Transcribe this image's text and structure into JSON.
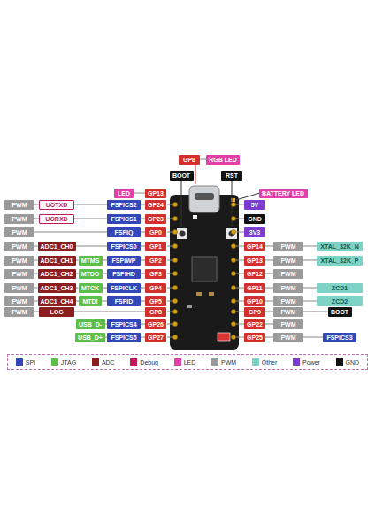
{
  "diagram": {
    "nodes": [
      {
        "text": [
          "GP8"
        ]
      },
      {
        "text": [
          "RGB LED"
        ]
      },
      {
        "text": [
          "BOOT"
        ]
      },
      {
        "text": [
          "RST"
        ]
      },
      {
        "text": [
          "LED"
        ]
      },
      {
        "text": [
          "GP13"
        ]
      },
      {
        "text": [
          "PWM"
        ]
      },
      {
        "text": [
          "UOTXD"
        ]
      },
      {
        "text": [
          "FSPICS2"
        ]
      },
      {
        "text": [
          "GP24"
        ]
      },
      {
        "text": [
          "PWM"
        ]
      },
      {
        "text": [
          "UORXD"
        ]
      },
      {
        "text": [
          "FSPICS1"
        ]
      },
      {
        "text": [
          "GP23"
        ]
      },
      {
        "text": [
          "PWM"
        ]
      },
      {
        "text": [
          "FSPIQ"
        ]
      },
      {
        "text": [
          "GP0"
        ]
      },
      {
        "text": [
          "PWM"
        ]
      },
      {
        "text": [
          "ADC1_CH0"
        ]
      },
      {
        "text": [
          "FSPICS0"
        ]
      },
      {
        "text": [
          "GP1"
        ]
      },
      {
        "text": [
          "PWM"
        ]
      },
      {
        "text": [
          "ADC1_CH1"
        ]
      },
      {
        "text": [
          "MTMS"
        ]
      },
      {
        "text": [
          "FSPIWP"
        ]
      },
      {
        "text": [
          "GP2"
        ]
      },
      {
        "text": [
          "PWM"
        ]
      },
      {
        "text": [
          "ADC1_CH2"
        ]
      },
      {
        "text": [
          "MTDO"
        ]
      },
      {
        "text": [
          "FSPIHD"
        ]
      },
      {
        "text": [
          "GP3"
        ]
      },
      {
        "text": [
          "PWM"
        ]
      },
      {
        "text": [
          "ADC1_CH3"
        ]
      },
      {
        "text": [
          "MTCK"
        ]
      },
      {
        "text": [
          "FSPICLK"
        ]
      },
      {
        "text": [
          "GP4"
        ]
      },
      {
        "text": [
          "PWM"
        ]
      },
      {
        "text": [
          "ADC1_CH4"
        ]
      },
      {
        "text": [
          "MTDI"
        ]
      },
      {
        "text": [
          "FSPID"
        ]
      },
      {
        "text": [
          "GP5"
        ]
      },
      {
        "text": [
          "PWM"
        ]
      },
      {
        "text": [
          "LOG"
        ]
      },
      {
        "text": [
          "GP8"
        ]
      },
      {
        "text": [
          "USB_D-"
        ]
      },
      {
        "text": [
          "FSPICS4"
        ]
      },
      {
        "text": [
          "GP26"
        ]
      },
      {
        "text": [
          "USB_D+"
        ]
      },
      {
        "text": [
          "FSPICS5"
        ]
      },
      {
        "text": [
          "GP27"
        ]
      },
      {
        "text": [
          "BATTERY LED"
        ]
      },
      {
        "text": [
          "5V"
        ]
      },
      {
        "text": [
          "GND"
        ]
      },
      {
        "text": [
          "3V3"
        ]
      },
      {
        "text": [
          "GP14"
        ]
      },
      {
        "text": [
          "PWM"
        ]
      },
      {
        "text": [
          "XTAL_32K_N"
        ]
      },
      {
        "text": [
          "GP13"
        ]
      },
      {
        "text": [
          "PWM"
        ]
      },
      {
        "text": [
          "XTAL_32K_P"
        ]
      },
      {
        "text": [
          "GP12"
        ]
      },
      {
        "text": [
          "PWM"
        ]
      },
      {
        "text": [
          "GP11"
        ]
      },
      {
        "text": [
          "PWM"
        ]
      },
      {
        "text": [
          "ZCD1"
        ]
      },
      {
        "text": [
          "GP10"
        ]
      },
      {
        "text": [
          "PWM"
        ]
      },
      {
        "text": [
          "ZCD2"
        ]
      },
      {
        "text": [
          "GP9"
        ]
      },
      {
        "text": [
          "PWM"
        ]
      },
      {
        "text": [
          "BOOT"
        ]
      },
      {
        "text": [
          "GP22"
        ]
      },
      {
        "text": [
          "PWM"
        ]
      },
      {
        "text": [
          "GP25"
        ]
      },
      {
        "text": [
          "PWM"
        ]
      },
      {
        "text": [
          "FSPICS3"
        ]
      }
    ],
    "edges": [
      {
        "from": 0,
        "to": 1,
        "arrow": "none"
      },
      {
        "from": 4,
        "to": 5,
        "arrow": "none"
      },
      {
        "from": 6,
        "to": 7,
        "arrow": "none"
      },
      {
        "from": 7,
        "to": 8,
        "arrow": "none"
      },
      {
        "from": 8,
        "to": 9,
        "arrow": "none"
      },
      {
        "from": 10,
        "to": 11,
        "arrow": "none"
      },
      {
        "from": 11,
        "to": 12,
        "arrow": "none"
      },
      {
        "from": 12,
        "to": 13,
        "arrow": "none"
      },
      {
        "from": 14,
        "to": 15,
        "arrow": "none"
      },
      {
        "from": 15,
        "to": 16,
        "arrow": "none"
      },
      {
        "from": 17,
        "to": 18,
        "arrow": "none"
      },
      {
        "from": 18,
        "to": 19,
        "arrow": "none"
      },
      {
        "from": 19,
        "to": 20,
        "arrow": "none"
      },
      {
        "from": 21,
        "to": 22,
        "arrow": "none"
      },
      {
        "from": 22,
        "to": 23,
        "arrow": "none"
      },
      {
        "from": 23,
        "to": 24,
        "arrow": "none"
      },
      {
        "from": 24,
        "to": 25,
        "arrow": "none"
      },
      {
        "from": 26,
        "to": 27,
        "arrow": "none"
      },
      {
        "from": 27,
        "to": 28,
        "arrow": "none"
      },
      {
        "from": 28,
        "to": 29,
        "arrow": "none"
      },
      {
        "from": 29,
        "to": 30,
        "arrow": "none"
      },
      {
        "from": 31,
        "to": 32,
        "arrow": "none"
      },
      {
        "from": 32,
        "to": 33,
        "arrow": "none"
      },
      {
        "from": 33,
        "to": 34,
        "arrow": "none"
      },
      {
        "from": 34,
        "to": 35,
        "arrow": "none"
      },
      {
        "from": 36,
        "to": 37,
        "arrow": "none"
      },
      {
        "from": 37,
        "to": 38,
        "arrow": "none"
      },
      {
        "from": 38,
        "to": 39,
        "arrow": "none"
      },
      {
        "from": 39,
        "to": 40,
        "arrow": "none"
      },
      {
        "from": 41,
        "to": 42,
        "arrow": "none"
      },
      {
        "from": 42,
        "to": 43,
        "arrow": "none"
      },
      {
        "from": 44,
        "to": 45,
        "arrow": "none"
      },
      {
        "from": 45,
        "to": 46,
        "arrow": "none"
      },
      {
        "from": 47,
        "to": 48,
        "arrow": "none"
      },
      {
        "from": 48,
        "to": 49,
        "arrow": "none"
      },
      {
        "from": 54,
        "to": 55,
        "arrow": "none"
      },
      {
        "from": 55,
        "to": 56,
        "arrow": "none"
      },
      {
        "from": 57,
        "to": 58,
        "arrow": "none"
      },
      {
        "from": 58,
        "to": 59,
        "arrow": "none"
      },
      {
        "from": 60,
        "to": 61,
        "arrow": "none"
      },
      {
        "from": 62,
        "to": 63,
        "arrow": "none"
      },
      {
        "from": 63,
        "to": 64,
        "arrow": "none"
      },
      {
        "from": 65,
        "to": 66,
        "arrow": "none"
      },
      {
        "from": 66,
        "to": 67,
        "arrow": "none"
      },
      {
        "from": 68,
        "to": 69,
        "arrow": "none"
      },
      {
        "from": 69,
        "to": 70,
        "arrow": "none"
      },
      {
        "from": 71,
        "to": 72,
        "arrow": "none"
      },
      {
        "from": 73,
        "to": 74,
        "arrow": "none"
      },
      {
        "from": 74,
        "to": 75,
        "arrow": "none"
      }
    ],
    "legend": [
      {
        "text": "SPI",
        "color": "#3347b8"
      },
      {
        "text": "JTAG",
        "color": "#5cbf4c"
      },
      {
        "text": "ADC",
        "color": "#8b1e1e"
      },
      {
        "text": "Debug",
        "color": "#c2185b"
      },
      {
        "text": "LED",
        "color": "#e040a8"
      },
      {
        "text": "PWM",
        "color": "#9a9a9a"
      },
      {
        "text": "Other",
        "color": "#7fd3c6"
      },
      {
        "text": "Power",
        "color": "#7c3ccf"
      },
      {
        "text": "GND",
        "color": "#111111"
      }
    ]
  }
}
